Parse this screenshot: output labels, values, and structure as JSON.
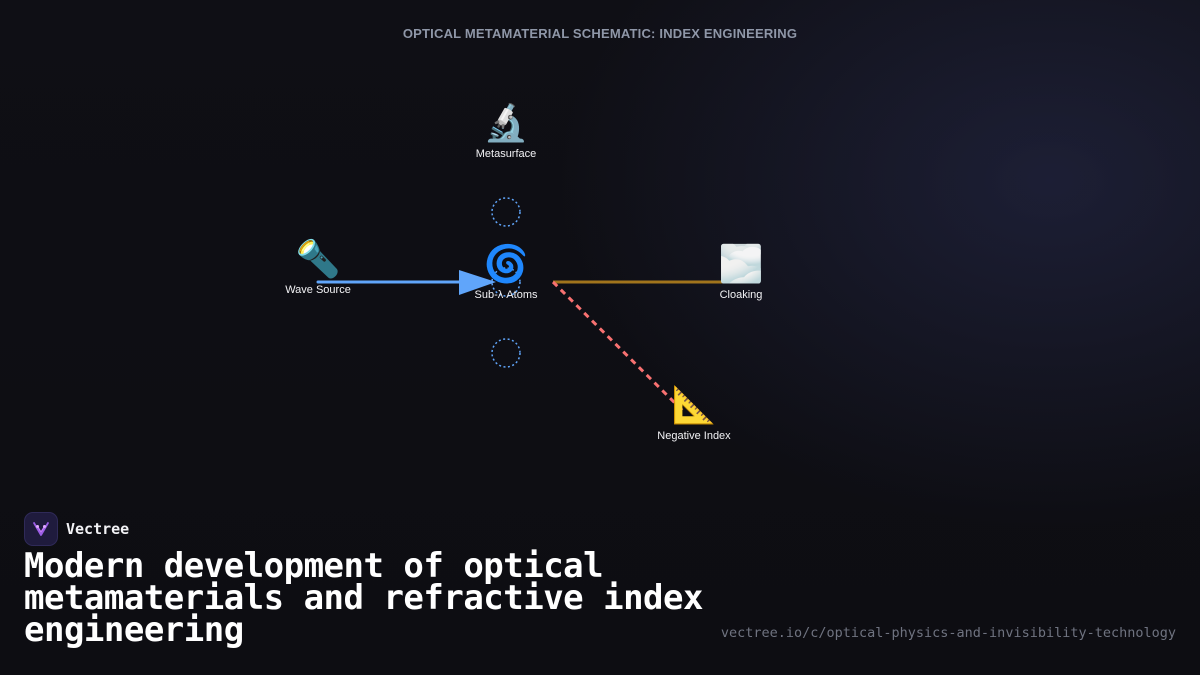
{
  "diagram": {
    "title": "OPTICAL METAMATERIAL SCHEMATIC: INDEX ENGINEERING",
    "nodes": {
      "metasurface": {
        "icon": "microscope-icon",
        "glyph": "🔬",
        "label": "Metasurface"
      },
      "wave_source": {
        "icon": "flashlight-icon",
        "glyph": "🔦",
        "label": "Wave Source"
      },
      "sub_atoms": {
        "icon": "cyclone-icon",
        "glyph": "🌀",
        "label": "Sub-λ Atoms"
      },
      "cloaking": {
        "icon": "fog-icon",
        "glyph": "🌫️",
        "label": "Cloaking"
      },
      "negative_index": {
        "icon": "triangular-ruler-icon",
        "glyph": "📐",
        "label": "Negative Index"
      }
    },
    "edges": [
      {
        "from": "Wave Source",
        "to": "Sub-λ Atoms",
        "style": "solid-arrow",
        "color": "#60a5fa"
      },
      {
        "from": "Sub-λ Atoms",
        "to": "Cloaking",
        "style": "solid",
        "color": "#a1741c"
      },
      {
        "from": "Sub-λ Atoms",
        "to": "Negative Index",
        "style": "dashed",
        "color": "#f87171"
      }
    ],
    "ring_color": "#60a5fa"
  },
  "brand": {
    "name": "Vectree",
    "logo_icon": "vectree-logo-icon"
  },
  "headline": "Modern development of optical metamaterials and refractive index engineering",
  "url": "vectree.io/c/optical-physics-and-invisibility-technology"
}
